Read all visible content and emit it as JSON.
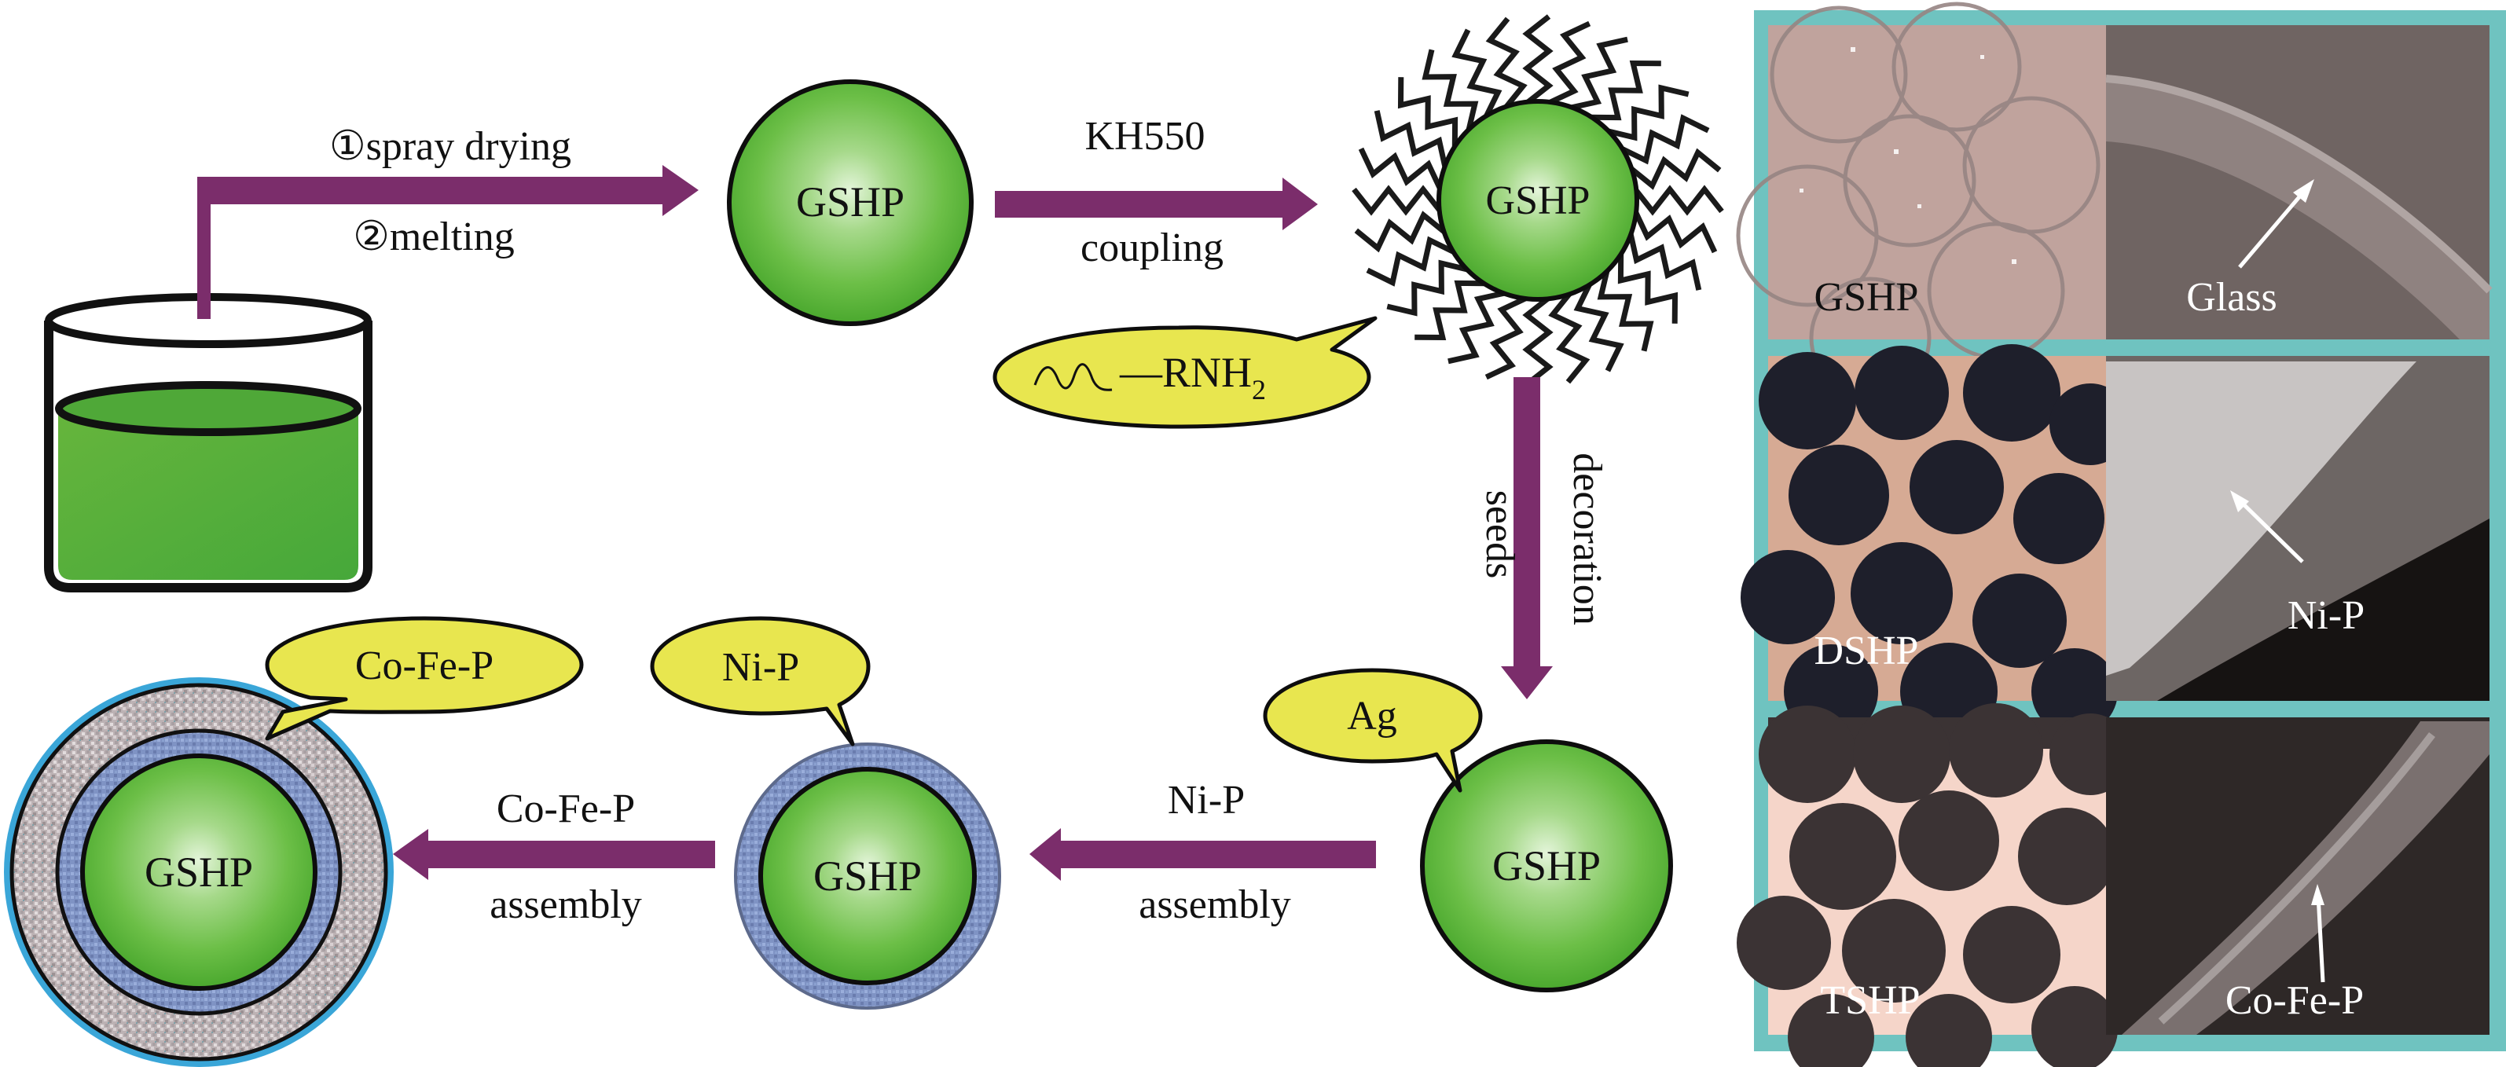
{
  "figure": {
    "title": "Preparation scheme of GSHP, DSHP and TSHP hollow particles",
    "colors": {
      "arrow": "#7b2d6b",
      "bubble_fill": "#e8e64f",
      "sphere_green": "#5db33a",
      "sphere_highlight": "#d8f0c8",
      "ni_p_layer": "#7f93c4",
      "co_fe_p_layer": "#b9aeb0",
      "outer_edge": "#3aa6d8",
      "panel_border": "#6fc3c0"
    }
  },
  "steps": {
    "step1": {
      "line1": "①spray drying",
      "line2": "②melting"
    },
    "step2": {
      "line1": "KH550",
      "line2": "coupling"
    },
    "step3": {
      "line1": "seeds",
      "line2": "decoration"
    },
    "step4": {
      "line1": "Ni-P",
      "line2": "assembly"
    },
    "step5": {
      "line1": "Co-Fe-P",
      "line2": "assembly"
    }
  },
  "particles": {
    "bare": "GSHP",
    "coupled": "GSHP",
    "ag_seeded": "GSHP",
    "ni_p_coated": "GSHP",
    "co_fe_p_coated": "GSHP"
  },
  "callouts": {
    "amine": {
      "main": "—RNH",
      "sub": "2"
    },
    "ag": "Ag",
    "ni_p": "Ni-P",
    "co_fe_p": "Co-Fe-P"
  },
  "micrographs": [
    {
      "sample_label": "GSHP",
      "layer_label": "Glass"
    },
    {
      "sample_label": "DSHP",
      "layer_label": "Ni-P"
    },
    {
      "sample_label": "TSHP",
      "layer_label": "Co-Fe-P"
    }
  ]
}
